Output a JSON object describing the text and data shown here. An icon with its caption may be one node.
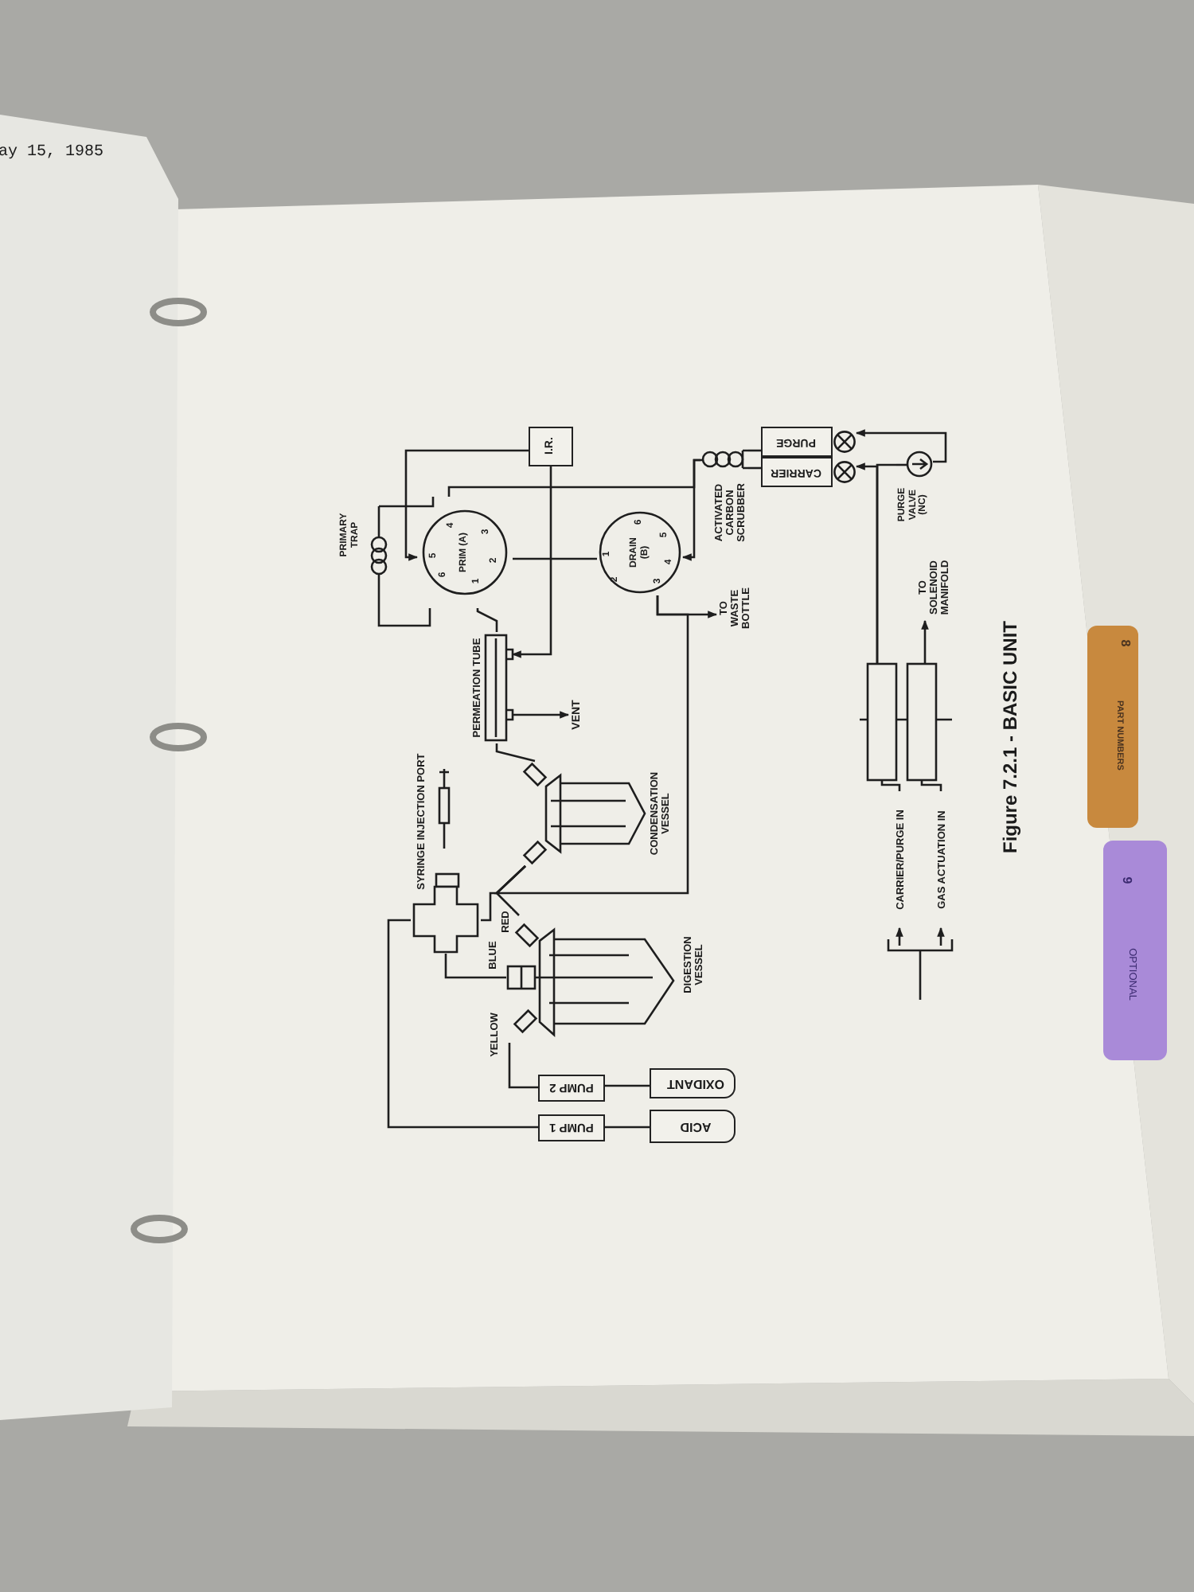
{
  "diagram": {
    "title": "Figure 7.2.1 - BASIC UNIT",
    "nodes": [
      {
        "text": [
          "ACID"
        ]
      },
      {
        "text": [
          "OXIDANT"
        ]
      },
      {
        "text": [
          "PUMP 1"
        ]
      },
      {
        "text": [
          "PUMP 2"
        ]
      },
      {
        "text": [
          "SYRINGE INJECTION PORT"
        ]
      },
      {
        "text": [
          "DIGESTION VESSEL"
        ]
      },
      {
        "text": [
          "CONDENSATION VESSEL"
        ]
      },
      {
        "text": [
          "PERMEATION TUBE"
        ]
      },
      {
        "text": [
          "PRIM (A)"
        ]
      },
      {
        "text": [
          "DRAIN (B)"
        ]
      },
      {
        "text": [
          "PRIMARY TRAP"
        ]
      },
      {
        "text": [
          "I.R."
        ]
      },
      {
        "text": [
          "ACTIVATED CARBON SCRUBBER"
        ]
      },
      {
        "text": [
          "PURGE"
        ]
      },
      {
        "text": [
          "CARRIER"
        ]
      },
      {
        "text": [
          "PURGE VALVE (NC)"
        ]
      },
      {
        "text": [
          "VENT"
        ]
      },
      {
        "text": [
          "TO WASTE BOTTLE"
        ]
      },
      {
        "text": [
          "TO SOLENOID MANIFOLD"
        ]
      },
      {
        "text": [],
        "shape": "box"
      },
      {
        "text": [],
        "shape": "box"
      },
      {
        "text": [
          "CARRIER/PURGE IN"
        ]
      },
      {
        "text": [
          "GAS ACTUATION IN"
        ]
      }
    ],
    "edges": [
      {
        "from": 0,
        "to": 2,
        "arrow": "none"
      },
      {
        "from": 1,
        "to": 3,
        "arrow": "none"
      },
      {
        "from": 2,
        "to": 4,
        "arrow": "none"
      },
      {
        "from": 3,
        "to": 5,
        "arrow": "none",
        "label": "YELLOW"
      },
      {
        "from": 4,
        "to": 5,
        "arrow": "none",
        "label": "BLUE"
      },
      {
        "from": 5,
        "to": 6,
        "arrow": "none",
        "label": "RED"
      },
      {
        "from": 4,
        "to": 6,
        "arrow": "none"
      },
      {
        "from": 6,
        "to": 9,
        "arrow": "none"
      },
      {
        "from": 9,
        "to": 17,
        "arrow": "to"
      },
      {
        "from": 6,
        "to": 7,
        "arrow": "none"
      },
      {
        "from": 7,
        "to": 16,
        "arrow": "to"
      },
      {
        "from": 7,
        "to": 8,
        "arrow": "none"
      },
      {
        "from": 8,
        "to": 10,
        "arrow": "none"
      },
      {
        "from": 10,
        "to": 8,
        "arrow": "none"
      },
      {
        "from": 11,
        "to": 8,
        "arrow": "to"
      },
      {
        "from": 11,
        "to": 7,
        "arrow": "to"
      },
      {
        "from": 8,
        "to": 9,
        "arrow": "none"
      },
      {
        "from": 12,
        "to": 8,
        "arrow": "none"
      },
      {
        "from": 12,
        "to": 9,
        "arrow": "to"
      },
      {
        "from": 13,
        "to": 12,
        "arrow": "none"
      },
      {
        "from": 14,
        "to": 12,
        "arrow": "none"
      },
      {
        "from": 15,
        "to": 13,
        "arrow": "to"
      },
      {
        "from": 19,
        "to": 14,
        "arrow": "to"
      },
      {
        "from": 19,
        "to": 15,
        "arrow": "none"
      },
      {
        "from": 20,
        "to": 18,
        "arrow": "to"
      },
      {
        "from": 21,
        "to": 19,
        "arrow": "none"
      },
      {
        "from": 22,
        "to": 20,
        "arrow": "none"
      },
      {
        "from": null,
        "to": 21,
        "arrow": "to"
      },
      {
        "from": null,
        "to": 22,
        "arrow": "to"
      }
    ],
    "labels": [
      "ay 15, 1985",
      "1",
      "2",
      "3",
      "4",
      "5",
      "6",
      "1",
      "2",
      "3",
      "4",
      "5",
      "6",
      "8",
      "PART NUMBERS",
      "9",
      "OPTIONAL"
    ]
  }
}
